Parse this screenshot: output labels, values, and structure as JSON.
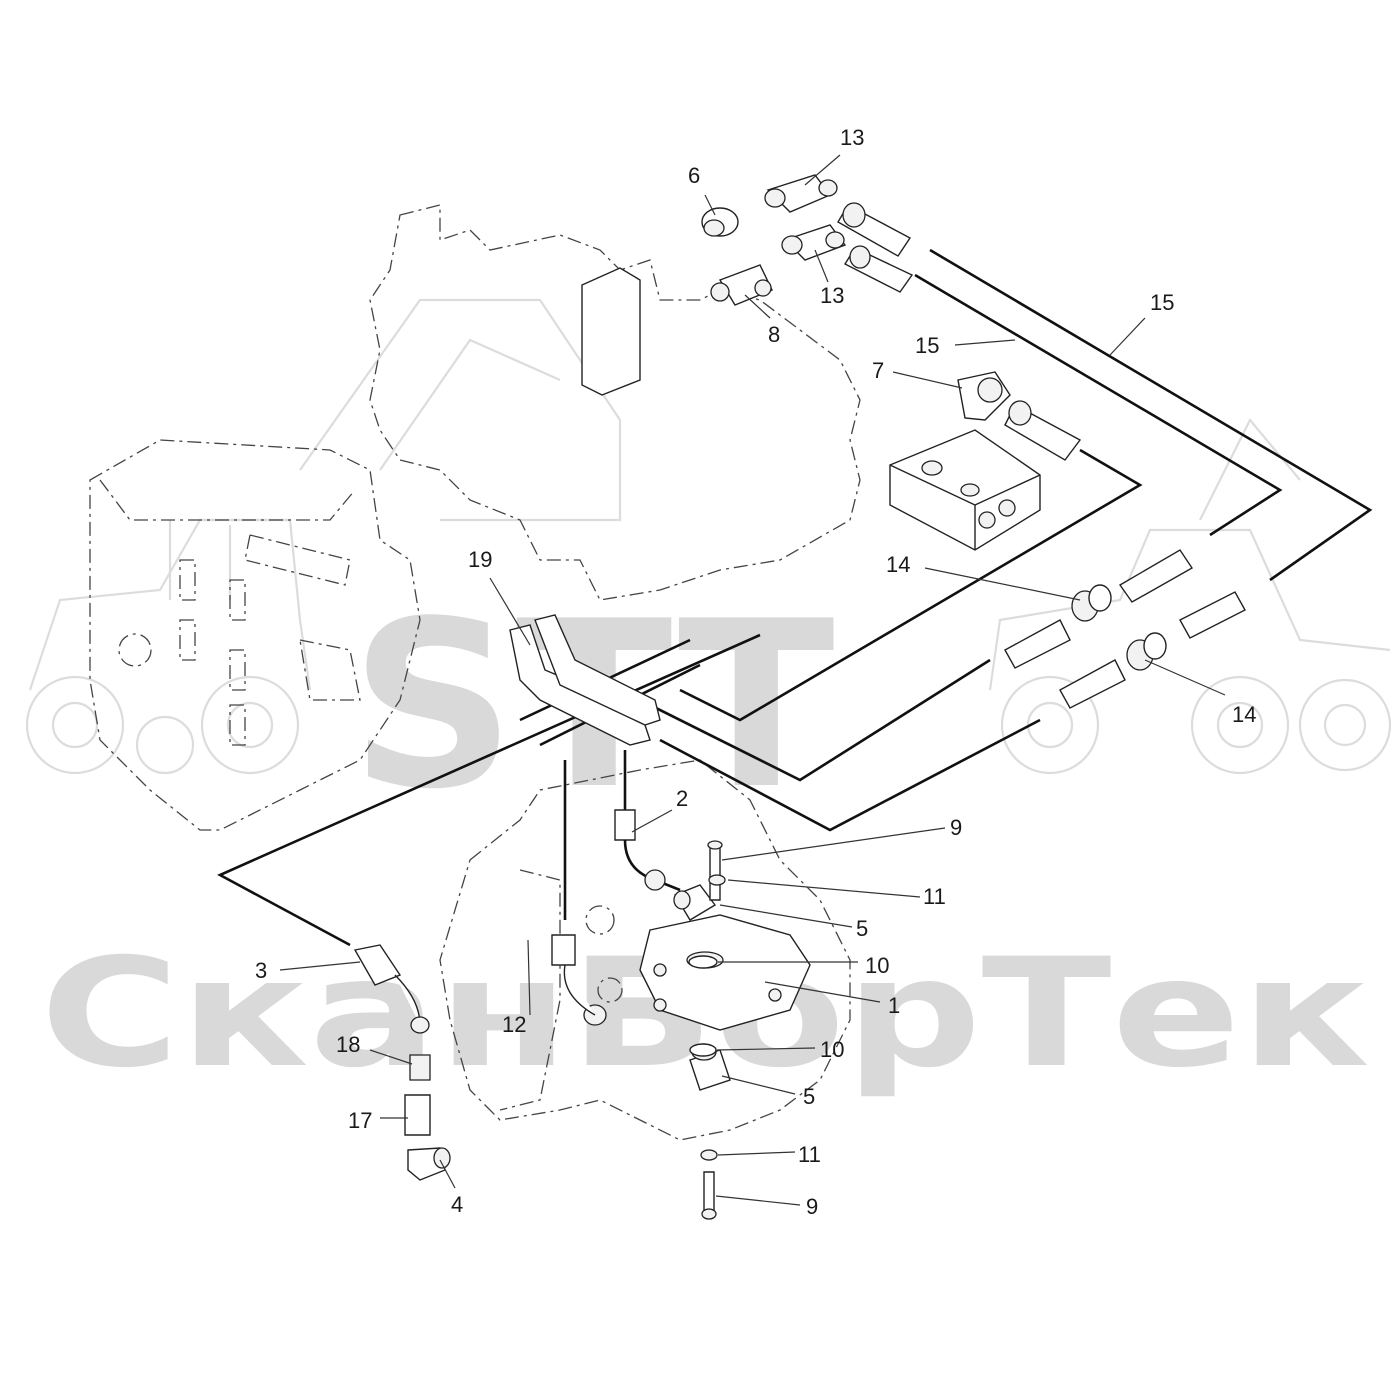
{
  "watermark": {
    "logo": "STT",
    "brand": "СканБорТек"
  },
  "callouts": [
    {
      "id": "c13a",
      "label": "13"
    },
    {
      "id": "c6",
      "label": "6"
    },
    {
      "id": "c13b",
      "label": "13"
    },
    {
      "id": "c8",
      "label": "8"
    },
    {
      "id": "c15a",
      "label": "15"
    },
    {
      "id": "c15b",
      "label": "15"
    },
    {
      "id": "c7",
      "label": "7"
    },
    {
      "id": "c14a",
      "label": "14"
    },
    {
      "id": "c14b",
      "label": "14"
    },
    {
      "id": "c19",
      "label": "19"
    },
    {
      "id": "c2",
      "label": "2"
    },
    {
      "id": "c9a",
      "label": "9"
    },
    {
      "id": "c11a",
      "label": "11"
    },
    {
      "id": "c5a",
      "label": "5"
    },
    {
      "id": "c10a",
      "label": "10"
    },
    {
      "id": "c1",
      "label": "1"
    },
    {
      "id": "c10b",
      "label": "10"
    },
    {
      "id": "c5b",
      "label": "5"
    },
    {
      "id": "c3",
      "label": "3"
    },
    {
      "id": "c12",
      "label": "12"
    },
    {
      "id": "c18",
      "label": "18"
    },
    {
      "id": "c17",
      "label": "17"
    },
    {
      "id": "c4",
      "label": "4"
    },
    {
      "id": "c11b",
      "label": "11"
    },
    {
      "id": "c9b",
      "label": "9"
    }
  ]
}
